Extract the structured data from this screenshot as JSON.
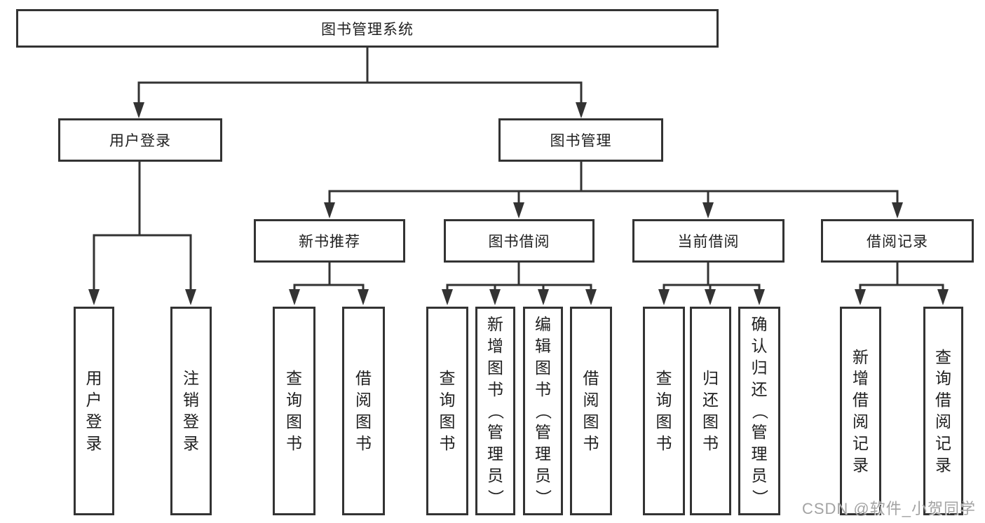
{
  "tree": {
    "label": "图书管理系统",
    "children": [
      {
        "label": "用户登录",
        "children": [
          {
            "label": "用户登录"
          },
          {
            "label": "注销登录"
          }
        ]
      },
      {
        "label": "图书管理",
        "children": [
          {
            "label": "新书推荐",
            "children": [
              {
                "label": "查询图书"
              },
              {
                "label": "借阅图书"
              }
            ]
          },
          {
            "label": "图书借阅",
            "children": [
              {
                "label": "查询图书"
              },
              {
                "label": "新增图书（管理员）"
              },
              {
                "label": "编辑图书（管理员）"
              },
              {
                "label": "借阅图书"
              }
            ]
          },
          {
            "label": "当前借阅",
            "children": [
              {
                "label": "查询图书"
              },
              {
                "label": "归还图书"
              },
              {
                "label": "确认归还（管理员）"
              }
            ]
          },
          {
            "label": "借阅记录",
            "children": [
              {
                "label": "新增借阅记录"
              },
              {
                "label": "查询借阅记录"
              }
            ]
          }
        ]
      }
    ]
  },
  "watermark": {
    "text": "CSDN @软件_小贺同学"
  },
  "colors": {
    "line": "#333333",
    "text": "#1f1f1f",
    "background": "#ffffff",
    "watermark": "#969696"
  }
}
